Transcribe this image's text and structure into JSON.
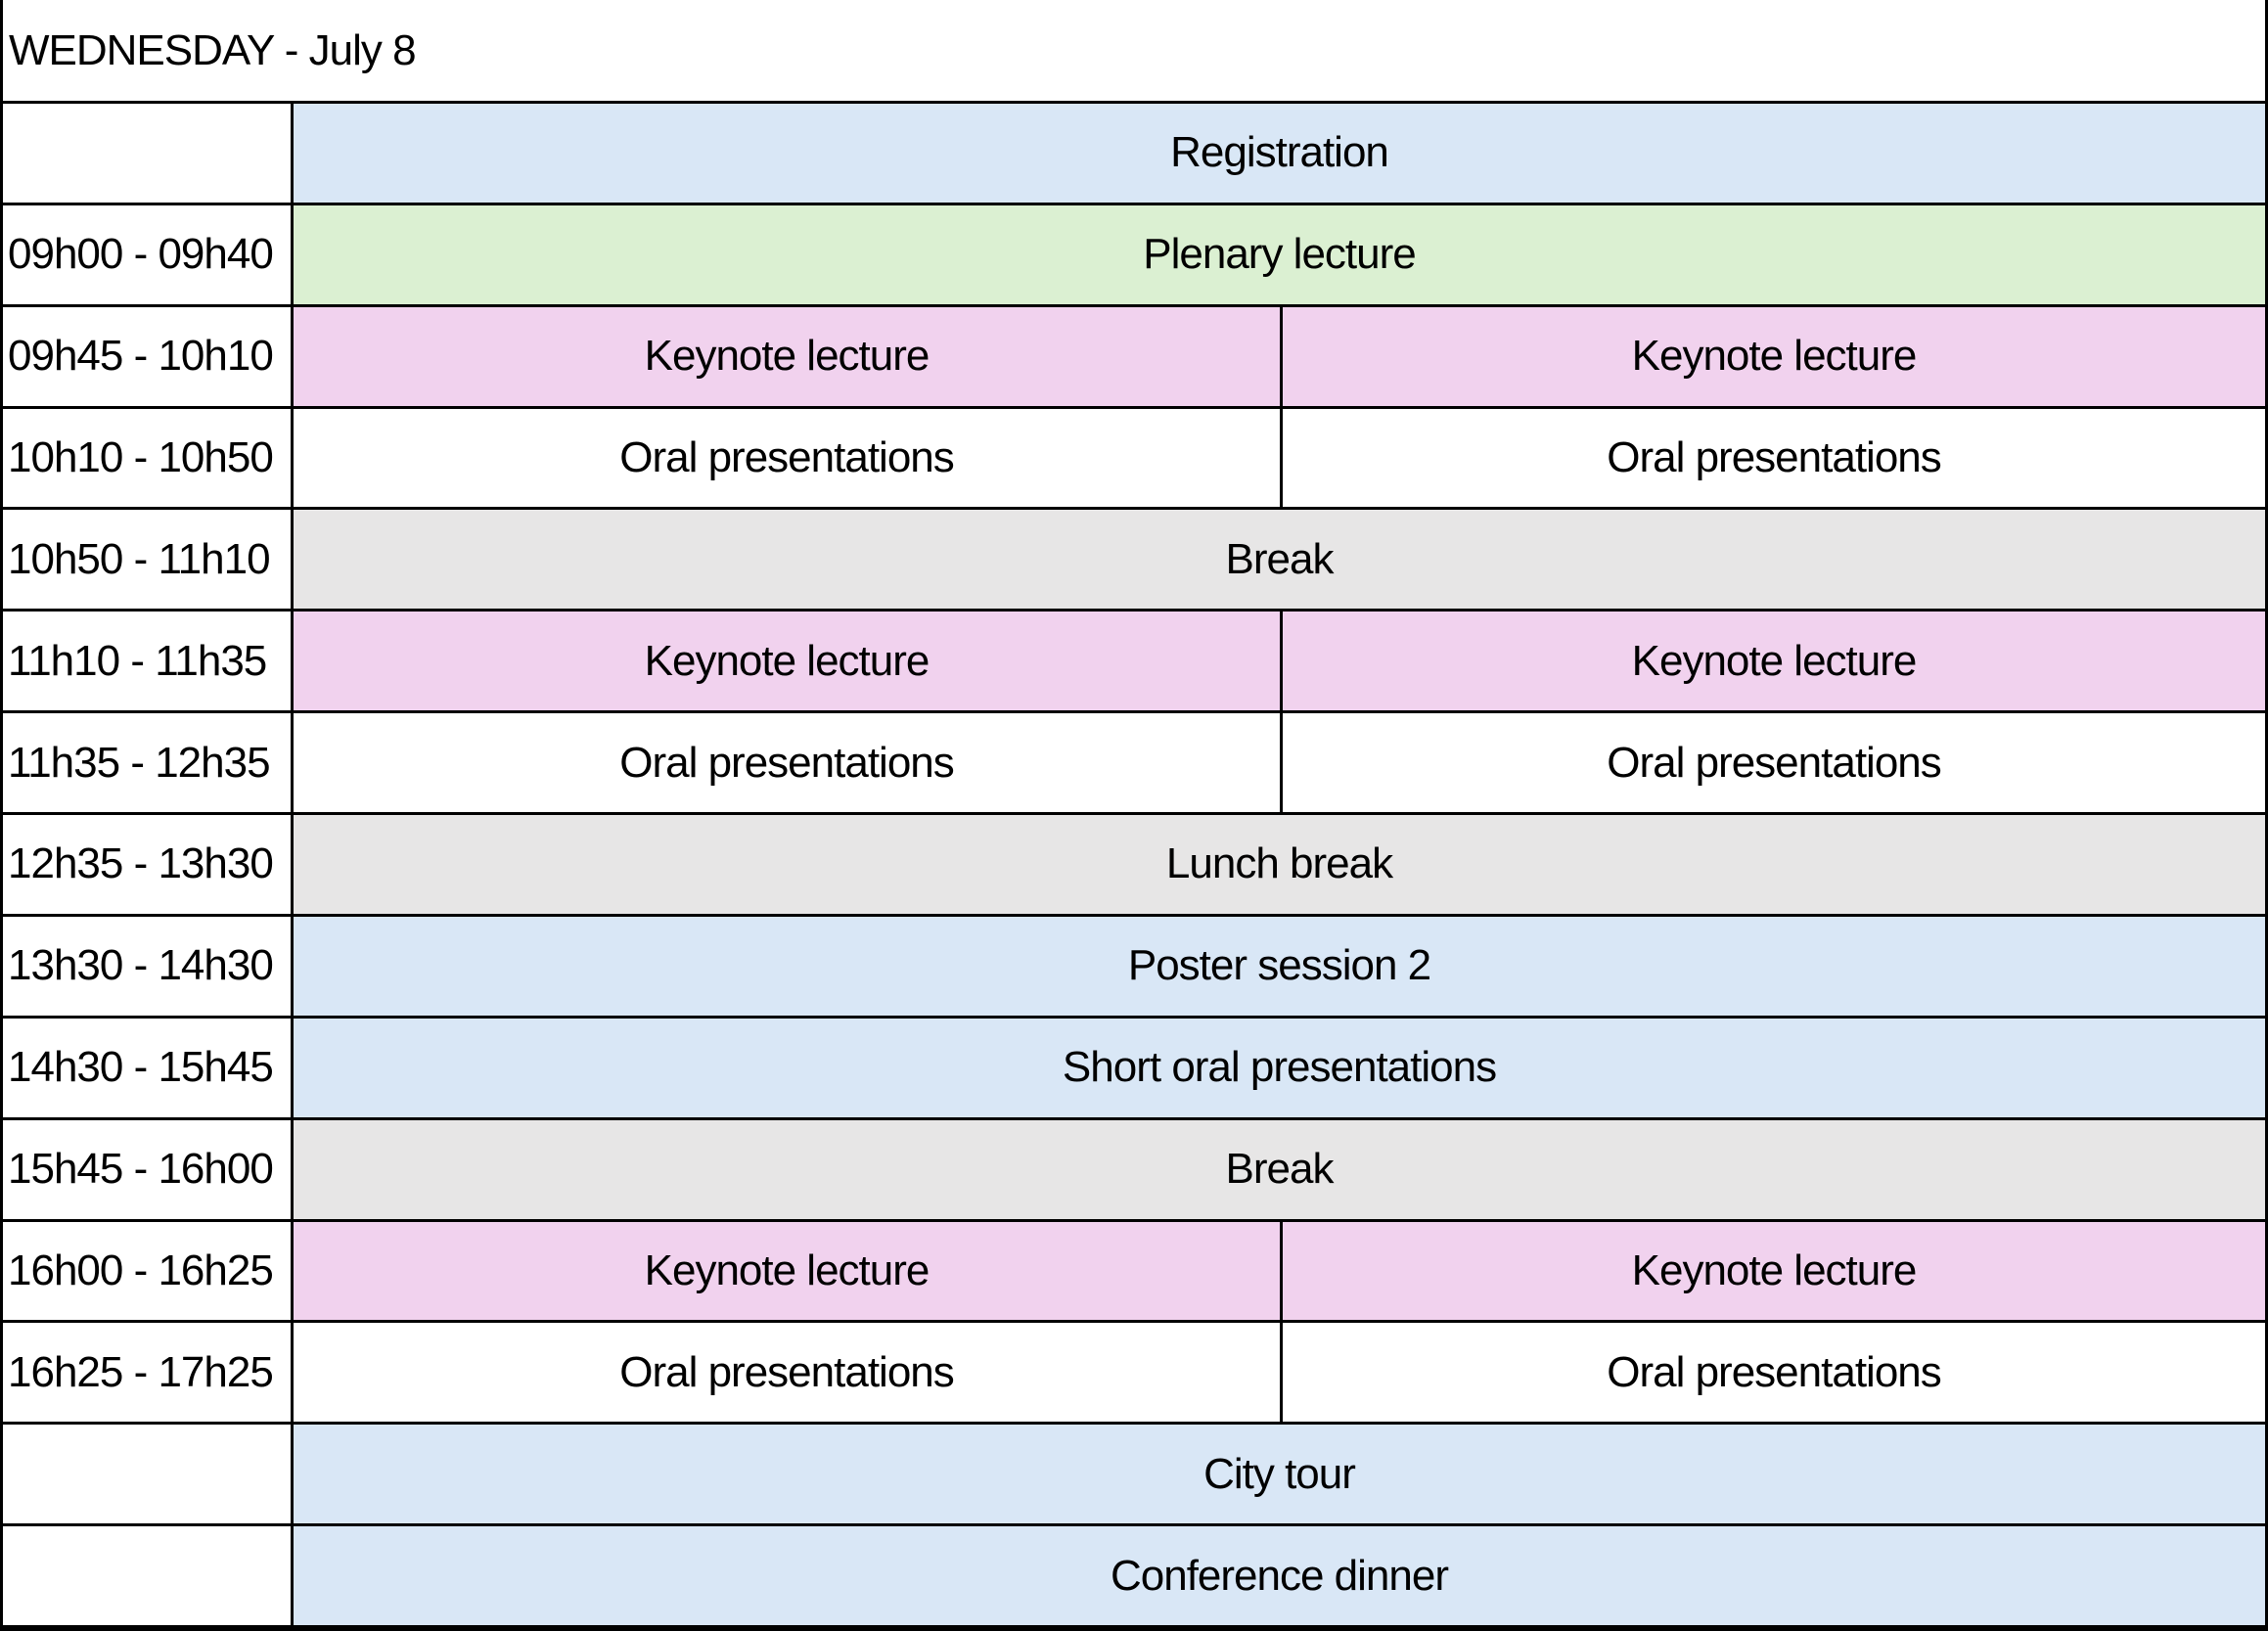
{
  "title": "WEDNESDAY - July 8",
  "colors": {
    "blue": "#D9E7F6",
    "green": "#DBF0D2",
    "pink": "#F1D2EE",
    "gray": "#E7E6E6",
    "white": "#FFFFFF",
    "border": "#000000",
    "text": "#000000"
  },
  "schedule": {
    "rows": [
      {
        "time": "",
        "cells": [
          {
            "label": "Registration",
            "color": "blue",
            "span": 2
          }
        ]
      },
      {
        "time": "09h00 - 09h40",
        "cells": [
          {
            "label": "Plenary lecture",
            "color": "green",
            "span": 2
          }
        ]
      },
      {
        "time": "09h45 - 10h10",
        "cells": [
          {
            "label": "Keynote lecture",
            "color": "pink",
            "span": 1
          },
          {
            "label": "Keynote lecture",
            "color": "pink",
            "span": 1
          }
        ]
      },
      {
        "time": "10h10 - 10h50",
        "cells": [
          {
            "label": "Oral presentations",
            "color": "white",
            "span": 1
          },
          {
            "label": "Oral presentations",
            "color": "white",
            "span": 1
          }
        ]
      },
      {
        "time": "10h50 - 11h10",
        "cells": [
          {
            "label": "Break",
            "color": "gray",
            "span": 2
          }
        ]
      },
      {
        "time": "11h10 - 11h35",
        "cells": [
          {
            "label": "Keynote lecture",
            "color": "pink",
            "span": 1
          },
          {
            "label": "Keynote lecture",
            "color": "pink",
            "span": 1
          }
        ]
      },
      {
        "time": "11h35 - 12h35",
        "cells": [
          {
            "label": "Oral presentations",
            "color": "white",
            "span": 1
          },
          {
            "label": "Oral presentations",
            "color": "white",
            "span": 1
          }
        ]
      },
      {
        "time": "12h35 - 13h30",
        "cells": [
          {
            "label": "Lunch break",
            "color": "gray",
            "span": 2
          }
        ]
      },
      {
        "time": "13h30 - 14h30",
        "cells": [
          {
            "label": "Poster session 2",
            "color": "blue",
            "span": 2
          }
        ]
      },
      {
        "time": "14h30 - 15h45",
        "cells": [
          {
            "label": "Short oral presentations",
            "color": "blue",
            "span": 2
          }
        ]
      },
      {
        "time": "15h45 - 16h00",
        "cells": [
          {
            "label": "Break",
            "color": "gray",
            "span": 2
          }
        ]
      },
      {
        "time": "16h00 - 16h25",
        "cells": [
          {
            "label": "Keynote lecture",
            "color": "pink",
            "span": 1
          },
          {
            "label": "Keynote lecture",
            "color": "pink",
            "span": 1
          }
        ]
      },
      {
        "time": "16h25 - 17h25",
        "cells": [
          {
            "label": "Oral presentations",
            "color": "white",
            "span": 1
          },
          {
            "label": "Oral presentations",
            "color": "white",
            "span": 1
          }
        ]
      },
      {
        "time": "",
        "cells": [
          {
            "label": "City tour",
            "color": "blue",
            "span": 2
          }
        ]
      },
      {
        "time": "",
        "cells": [
          {
            "label": "Conference dinner",
            "color": "blue",
            "span": 2
          }
        ]
      }
    ]
  }
}
